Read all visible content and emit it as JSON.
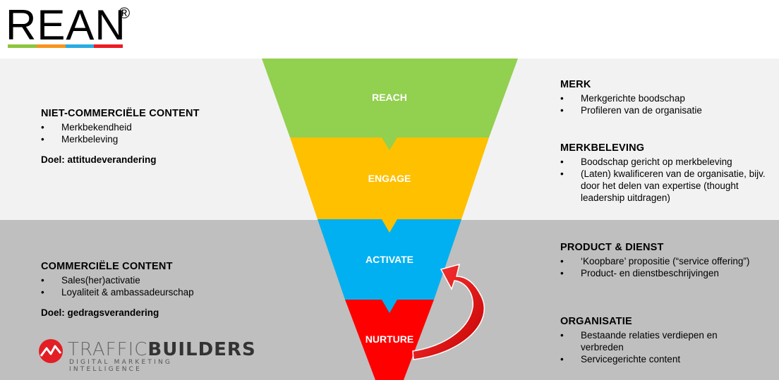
{
  "logo": {
    "text": "REAN",
    "reg": "®",
    "bar_colors": [
      "#8dc63f",
      "#f7941d",
      "#29abe2",
      "#ed1c24"
    ]
  },
  "funnel": {
    "stages": [
      {
        "label": "REACH",
        "color": "#92d050"
      },
      {
        "label": "ENGAGE",
        "color": "#ffc000"
      },
      {
        "label": "ACTIVATE",
        "color": "#00b0f0"
      },
      {
        "label": "NURTURE",
        "color": "#ff0000"
      }
    ],
    "arrow_color": "#e8141c"
  },
  "left": {
    "non_commercial": {
      "title": "NIET-COMMERCIËLE  CONTENT",
      "items": [
        "Merkbekendheid",
        "Merkbeleving"
      ],
      "goal": "Doel: attitudeverandering"
    },
    "commercial": {
      "title": "COMMERCIËLE  CONTENT",
      "items": [
        "Sales(her)activatie",
        "Loyaliteit & ambassadeurschap"
      ],
      "goal": "Doel: gedragsverandering"
    }
  },
  "right": {
    "merk": {
      "title": "MERK",
      "items": [
        "Merkgerichte boodschap",
        "Profileren van de organisatie"
      ]
    },
    "merkbeleving": {
      "title": "MERKBELEVING",
      "items": [
        "Boodschap gericht op merkbeleving",
        "(Laten) kwalificeren van de organisatie, bijv. door het delen van expertise (thought leadership uitdragen)"
      ]
    },
    "product": {
      "title": "PRODUCT  &  DIENST",
      "items": [
        "‘Koopbare’ propositie (“service offering”)",
        "Product- en dienstbeschrijvingen"
      ]
    },
    "organisatie": {
      "title": "ORGANISATIE",
      "items": [
        "Bestaande relaties verdiepen en verbreden",
        "Servicegerichte content"
      ]
    }
  },
  "trafficbuilders": {
    "word_light": "TRAFFIC",
    "word_bold": "BUILDERS",
    "tagline": "DIGITAL MARKETING INTELLIGENCE",
    "icon_color": "#e31e24"
  }
}
